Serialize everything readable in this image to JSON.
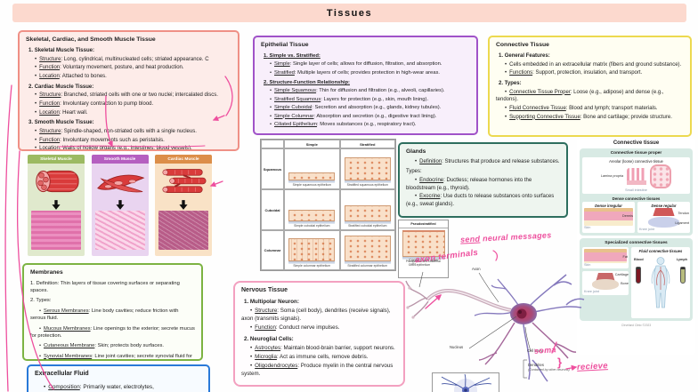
{
  "page_title": "Tissues",
  "colors": {
    "title_bg": "#fcd9ce",
    "muscle_border": "#ef9086",
    "epithelial_border": "#a052c8",
    "connective_border": "#ecd94f",
    "glands_border": "#2d6e5e",
    "membranes_border": "#7cb342",
    "ecf_border": "#2979d8",
    "nervous_border": "#f3a0c0",
    "annotation_pink": "#ee4f9e",
    "skeletal_header": "#9cba62",
    "smooth_header": "#b55fc0",
    "cardiac_header": "#dc8e49"
  },
  "muscle_box": {
    "title": "Skeletal, Cardiac, and Smooth Muscle Tissue",
    "sections": [
      {
        "num": "1.",
        "heading": "Skeletal Muscle Tissue:",
        "bullets": [
          {
            "lead": "Structure",
            "text": ": Long, cylindrical, multinucleated cells; striated appearance. C"
          },
          {
            "lead": "Function",
            "text": ": Voluntary movement, posture, and heat production."
          },
          {
            "lead": "Location",
            "text": ": Attached to bones."
          }
        ]
      },
      {
        "num": "2.",
        "heading": "Cardiac Muscle Tissue:",
        "bullets": [
          {
            "lead": "Structure",
            "text": ": Branched, striated cells with one or two nuclei; intercalated discs."
          },
          {
            "lead": "Function",
            "text": ": Involuntary contraction to pump blood."
          },
          {
            "lead": "Location",
            "text": ": Heart wall."
          }
        ]
      },
      {
        "num": "3.",
        "heading": "Smooth Muscle Tissue:",
        "bullets": [
          {
            "lead": "Structure",
            "text": ": Spindle-shaped, non-striated cells with a single nucleus."
          },
          {
            "lead": "Function",
            "text": ": Involuntary movements such as peristalsis."
          },
          {
            "lead": "Location",
            "text": ": Walls of hollow organs (e.g., intestines, blood vessels)."
          }
        ]
      }
    ]
  },
  "muscle_panels": {
    "items": [
      {
        "label": "Skeletal Muscle"
      },
      {
        "label": "Smooth Muscle"
      },
      {
        "label": "Cardiac Muscle"
      }
    ]
  },
  "epithelial_box": {
    "title": "Epithelial Tissue",
    "sections": [
      {
        "num": "1.",
        "heading": "Simple vs. Stratified:",
        "bullets": [
          {
            "lead": "Simple",
            "text": ": Single layer of cells; allows for diffusion, filtration, and absorption."
          },
          {
            "lead": "Stratified",
            "text": ": Multiple layers of cells; provides protection in high-wear areas."
          }
        ]
      },
      {
        "num": "2.",
        "heading": "Structure-Function Relationship:",
        "bullets": [
          {
            "lead": "Simple Squamous",
            "text": ": Thin for diffusion and filtration (e.g., alveoli, capillaries)."
          },
          {
            "lead": "Stratified Squamous",
            "text": ": Layers for protection (e.g., skin, mouth lining)."
          },
          {
            "lead": "Simple Cuboidal",
            "text": ": Secretion and absorption (e.g., glands, kidney tubules)."
          },
          {
            "lead": "Simple Columnar",
            "text": ": Absorption and secretion (e.g., digestive tract lining)."
          },
          {
            "lead": "Ciliated Epithelium",
            "text": ": Moves substances (e.g., respiratory tract)."
          }
        ]
      }
    ]
  },
  "epithelial_table": {
    "col_headers": [
      "Simple",
      "Stratified"
    ],
    "row_headers": [
      "Squamous",
      "Cuboidal",
      "Columnar"
    ],
    "captions": [
      [
        "Simple squamous epithelium",
        "Stratified squamous epithelium"
      ],
      [
        "Simple cuboidal epithelium",
        "Stratified cuboidal epithelium"
      ],
      [
        "Simple columnar epithelium",
        "Stratified columnar epithelium"
      ]
    ],
    "extra_col": {
      "header": "Pseudostratified",
      "caption": "Pseudostratified columnar epithelium"
    }
  },
  "glands_box": {
    "title": "Glands",
    "def_bullet": {
      "lead": "Definition",
      "text": ": Structures that produce and release substances."
    },
    "types_heading": "Types:",
    "bullets": [
      {
        "lead": "Endocrine",
        "text": ": Ductless; release hormones into the bloodstream (e.g., thyroid)."
      },
      {
        "lead": "Exocrine",
        "text": ": Use ducts to release substances onto surfaces (e.g., sweat glands)."
      }
    ]
  },
  "membranes_box": {
    "title": "Membranes",
    "items": [
      {
        "num": "1.",
        "text": "Definition: Thin layers of tissue covering surfaces or separating spaces."
      },
      {
        "num": "2.",
        "text": "Types:"
      }
    ],
    "bullets": [
      {
        "lead": "Serous Membranes",
        "text": ": Line body cavities; reduce friction with serous fluid."
      },
      {
        "lead": "Mucous Membranes",
        "text": ": Line openings to the exterior; secrete mucus for protection."
      },
      {
        "lead": "Cutaneous Membrane",
        "text": ": Skin; protects body surfaces."
      },
      {
        "lead": "Synovial Membranes",
        "text": ": Line joint cavities; secrete synovial fluid for lubrication"
      }
    ]
  },
  "ecf_box": {
    "title": "Extracellular Fluid",
    "bullet": {
      "lead": "Composition",
      "text": ": Primarily water, electrolytes,"
    }
  },
  "nervous_box": {
    "title": "Nervous Tissue",
    "sections": [
      {
        "num": "1.",
        "heading": "Multipolar Neuron:",
        "bullets": [
          {
            "lead": "Structure",
            "text": ": Soma (cell body), dendrites (receive signals), axon (transmits signals)."
          },
          {
            "lead": "Function",
            "text": ": Conduct nerve impulses."
          }
        ]
      },
      {
        "num": "2.",
        "heading": "Neuroglial Cells:",
        "bullets": [
          {
            "lead": "Astrocytes",
            "text": ": Maintain blood-brain barrier, support neurons."
          },
          {
            "lead": "Microglia",
            "text": ": Act as immune cells, remove debris."
          },
          {
            "lead": "Oligodendrocytes",
            "text": ": Produce myelin in the central nervous system."
          }
        ]
      }
    ]
  },
  "connective_box": {
    "title": "Connective Tissue",
    "sections": [
      {
        "num": "1.",
        "heading": "General Features:",
        "bullets": [
          {
            "lead": "",
            "text": "Cells embedded in an extracellular matrix (fibers and ground substance)."
          },
          {
            "lead": "Functions",
            "text": ": Support, protection, insulation, and transport."
          }
        ]
      },
      {
        "num": "2.",
        "heading": "Types:",
        "bullets": [
          {
            "lead": "Connective Tissue Proper",
            "text": ": Loose (e.g., adipose) and dense (e.g., tendons)."
          },
          {
            "lead": "Fluid Connective Tissue",
            "text": ": Blood and lymph; transport materials."
          },
          {
            "lead": "Supporting Connective Tissue",
            "text": ": Bone and cartilage; provide structure."
          }
        ]
      }
    ]
  },
  "connective_diagram": {
    "title": "Connective tissue",
    "proper": {
      "title": "Connective tissue proper",
      "areolar_title": "Areolar (loose) connective tissue",
      "lamina_label": "Lamina propria",
      "intestine_label": "Small intestine",
      "dense_title": "Dense connective tissues",
      "irregular": {
        "title": "Dense irregular",
        "label": "Dermis",
        "caption": "Skin"
      },
      "regular": {
        "title": "Dense regular",
        "label1": "Tendon",
        "label2": "Ligament",
        "caption": "Knee joint"
      }
    },
    "specialized": {
      "title": "Specialized connective tissues",
      "skin": {
        "label": "Fat",
        "caption": "Skin"
      },
      "fluid": {
        "title": "Fluid connective tissues",
        "label1": "Blood",
        "label2": "Lymph"
      },
      "knee": {
        "label1": "Cartilage",
        "label2": "Bone",
        "caption": "Knee joint"
      }
    },
    "attribution": "Cleveland Clinic ©2023"
  },
  "neuron_diagram": {
    "labels": {
      "contact": "Contact with other cells",
      "axon": "Axon",
      "nucleus": "Nucleus",
      "cell_body": "Cell body",
      "dendrites": "Dendrites",
      "dendrites_sub": "(Contacted by other neurons)"
    }
  },
  "annotations": {
    "send": "send",
    "send_rest": " neural messages",
    "axon_terminals": "axon terminals",
    "soma": "soma",
    "recieve": "recieve",
    "brace": "}"
  }
}
